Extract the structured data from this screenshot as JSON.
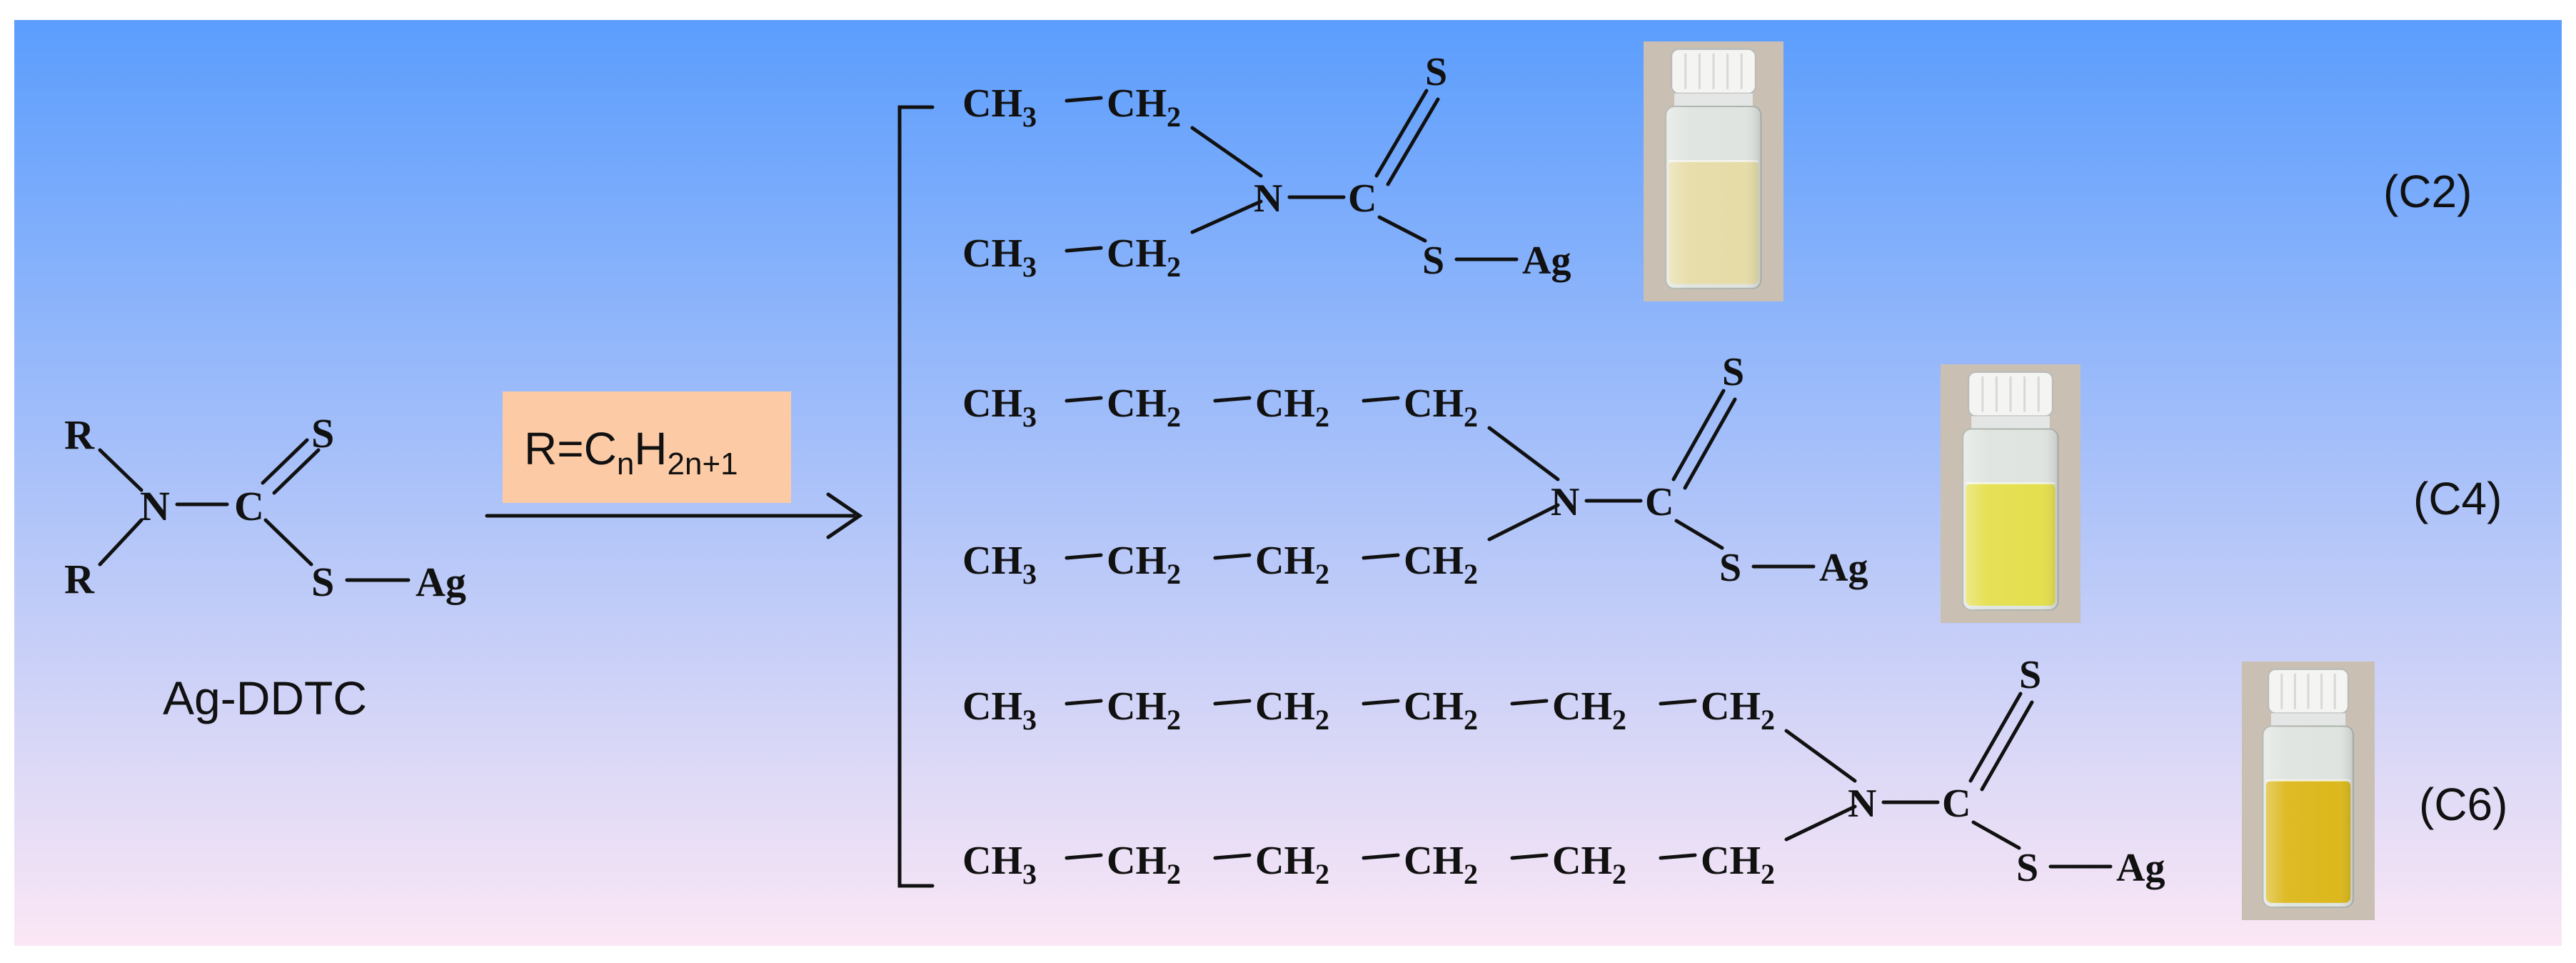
{
  "general": {
    "r_left": "R",
    "n_atom": "N",
    "c_atom": "C",
    "s_atom": "S",
    "ag_atom": "Ag",
    "compound_label": "Ag-DDTC",
    "ch3": "CH",
    "ch2": "CH",
    "sub3": "3",
    "sub2": "2"
  },
  "reaction": {
    "r_prefix": "R=C",
    "n_sub": "n",
    "h": "H",
    "formula_sub": "2n+1"
  },
  "products": [
    {
      "tag": "(C2)",
      "chain_length": 2,
      "vial_color": "#e6dca8"
    },
    {
      "tag": "(C4)",
      "chain_length": 4,
      "vial_color": "#e4df4e"
    },
    {
      "tag": "(C6)",
      "chain_length": 6,
      "vial_color": "#dcb81c"
    }
  ],
  "colors": {
    "bg_top": "#5b9dfd",
    "bg_bottom": "#fbe7f5",
    "formula_box": "#fccba6"
  }
}
